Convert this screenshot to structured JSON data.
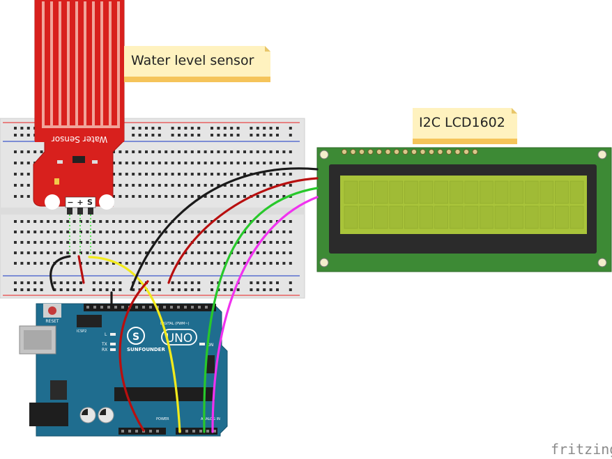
{
  "labels": {
    "water_sensor_note": "Water level sensor",
    "lcd_note": "I2C LCD1602",
    "brand": "fritzing"
  },
  "sensor": {
    "board_text": "Water Sensor",
    "pin_minus": "−",
    "pin_plus": "+",
    "pin_signal": "S"
  },
  "arduino": {
    "model": "UNO",
    "maker": "SUNFOUNDER",
    "reset": "RESET",
    "icsp": "ICSP2",
    "l": "L",
    "tx": "TX",
    "rx": "RX",
    "on": "ON",
    "digital": "DIGITAL (PWM~)",
    "power": "POWER",
    "analog": "ANALOG IN"
  },
  "colors": {
    "breadboard": "#e6e6e6",
    "sensor": "#d8201d",
    "arduino": "#1f6d8f",
    "lcd_pcb": "#3d8a35",
    "lcd_screen": "#a9c43a",
    "note": "#fff2bf",
    "note_bar": "#f5c45a",
    "wire_black": "#1a1a1a",
    "wire_red": "#b80f0f",
    "wire_yellow": "#f2ea1c",
    "wire_green": "#28c82b",
    "wire_magenta": "#f032ef"
  }
}
